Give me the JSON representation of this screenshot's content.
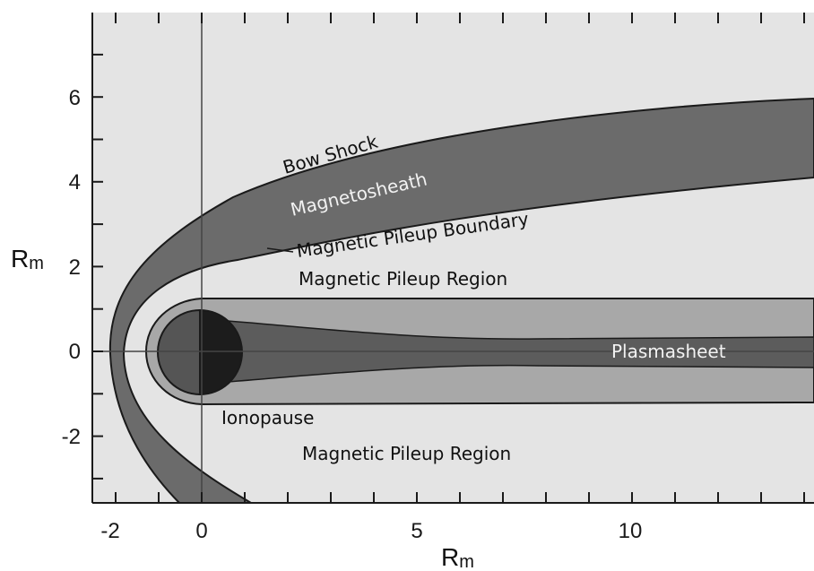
{
  "axes": {
    "x_title_main": "R",
    "x_title_sub": "m",
    "y_title_main": "R",
    "y_title_sub": "m",
    "x_ticks": [
      "-2",
      "0",
      "5",
      "10"
    ],
    "y_ticks": [
      "6",
      "4",
      "2",
      "0",
      "-2"
    ]
  },
  "labels": {
    "bow_shock": "Bow Shock",
    "magnetosheath": "Magnetosheath",
    "pileup_boundary": "Magnetic Pileup Boundary",
    "pileup_region_upper": "Magnetic Pileup Region",
    "pileup_region_lower": "Magnetic Pileup Region",
    "plasmasheet": "Plasmasheet",
    "ionopause": "Ionopause"
  },
  "colors": {
    "background": "#ffffff",
    "plot_area": "#e4e4e4",
    "magnetosheath": "#6b6b6b",
    "magnetotail_outer": "#a8a8a8",
    "plasmasheet": "#5c5c5c",
    "planet_day": "#555555",
    "planet_night": "#1c1c1c",
    "outline": "#1a1a1a"
  }
}
